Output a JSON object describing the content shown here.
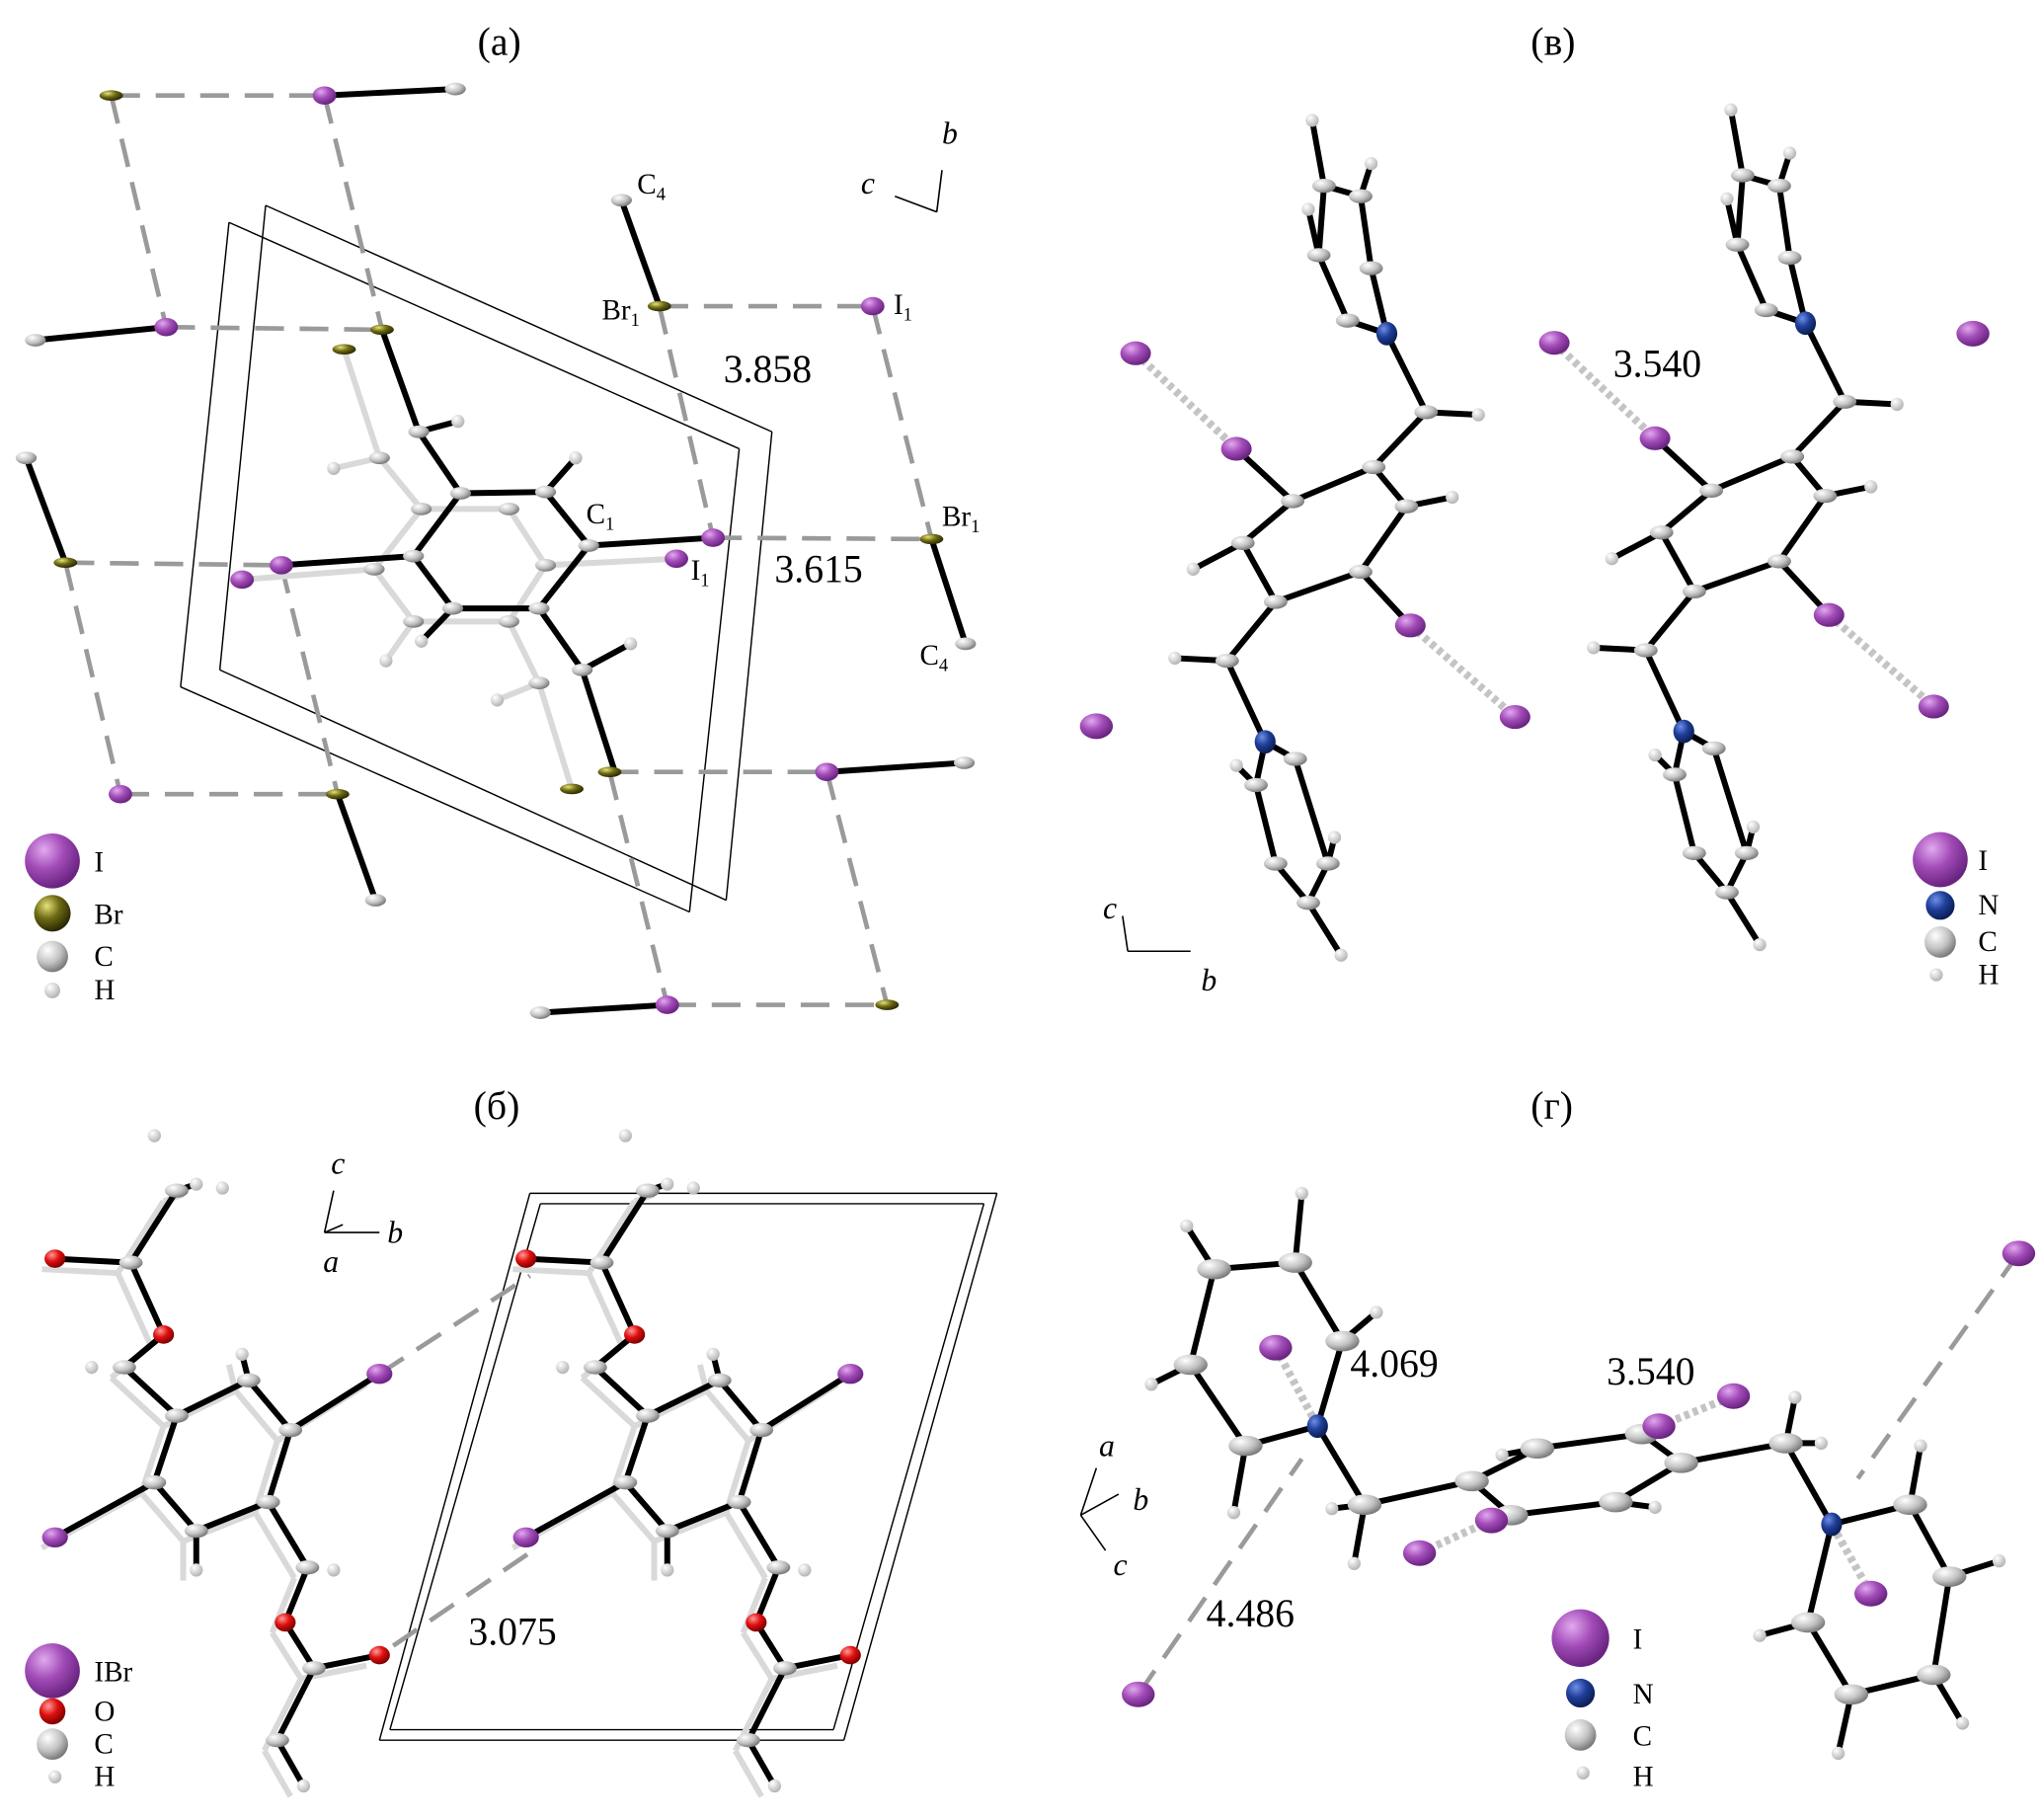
{
  "colors": {
    "iodine": "#9a44b0",
    "bromine": "#6b6a12",
    "carbon": "#c8c8c8",
    "hydrogen": "#eeeeee",
    "nitrogen": "#1f3f9a",
    "oxygen": "#e01010",
    "bond": "#000000",
    "contact": "#9a9a9a"
  },
  "panels": {
    "a": {
      "title": "(a)",
      "axes": {
        "b": "b",
        "c": "c"
      },
      "atom_labels": [
        {
          "main": "C",
          "sub": "4"
        },
        {
          "main": "Br",
          "sub": "1"
        },
        {
          "main": "I",
          "sub": "1"
        },
        {
          "main": "C",
          "sub": "1"
        },
        {
          "main": "I",
          "sub": "1"
        },
        {
          "main": "Br",
          "sub": "1"
        },
        {
          "main": "C",
          "sub": "4"
        }
      ],
      "distances": [
        "3.858",
        "3.615"
      ],
      "legend": [
        "I",
        "Br",
        "C",
        "H"
      ]
    },
    "v": {
      "title": "(в)",
      "axes": {
        "c": "c",
        "b": "b"
      },
      "distances": [
        "3.540"
      ],
      "legend": [
        "I",
        "N",
        "C",
        "H"
      ]
    },
    "b": {
      "title": "(б)",
      "axes": {
        "c": "c",
        "b": "b",
        "a": "a"
      },
      "distances": [
        "3.075"
      ],
      "legend": [
        "IBr",
        "O",
        "C",
        "H"
      ]
    },
    "g": {
      "title": "(г)",
      "axes": {
        "a": "a",
        "b": "b",
        "c": "c"
      },
      "distances": [
        "4.069",
        "3.540",
        "4.486"
      ],
      "legend": [
        "I",
        "N",
        "C",
        "H"
      ]
    }
  }
}
